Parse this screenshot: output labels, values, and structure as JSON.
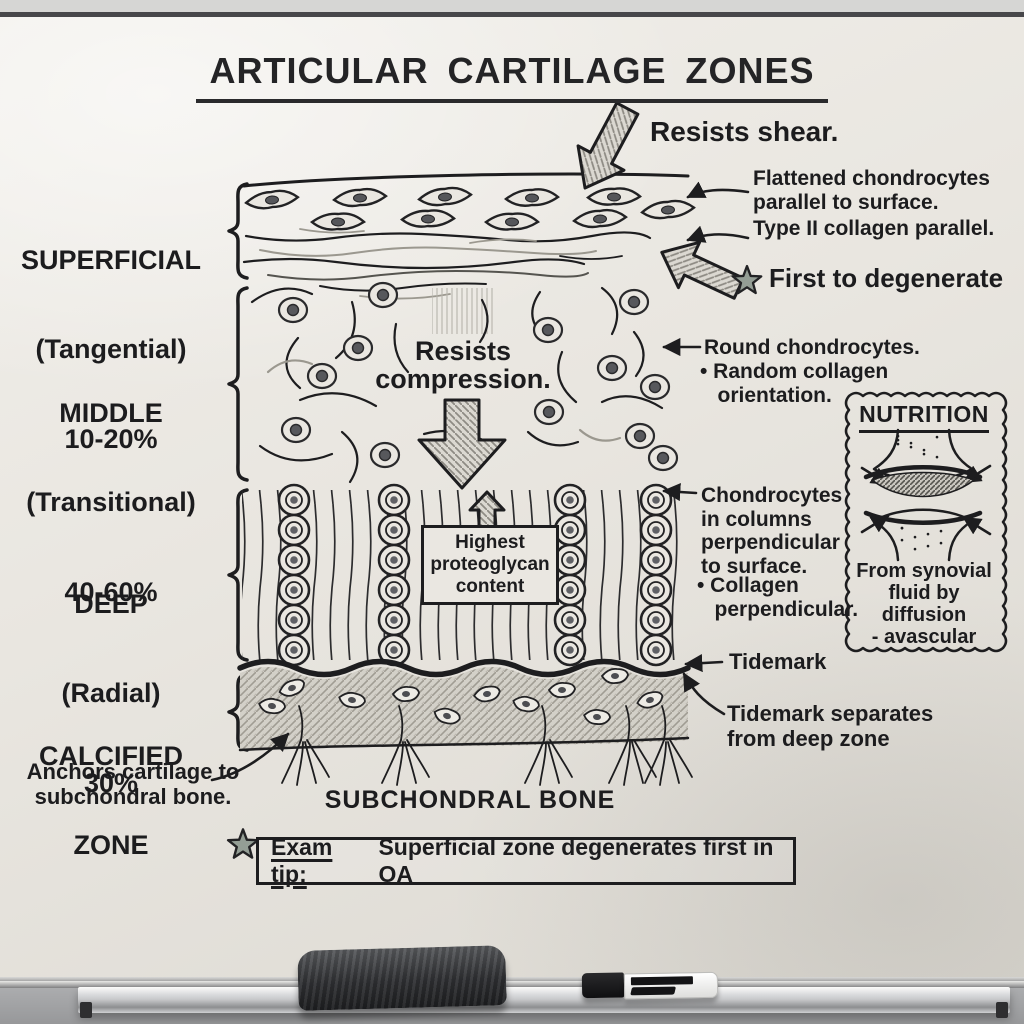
{
  "board": {
    "title": "ARTICULAR CARTILAGE ZONES"
  },
  "zones": {
    "superficial": {
      "name": "SUPERFICIAL",
      "subtitle": "(Tangential)",
      "percent": "10-20%"
    },
    "middle": {
      "name": "MIDDLE",
      "subtitle": "(Transitional)",
      "percent": "40-60%"
    },
    "deep": {
      "name": "DEEP",
      "subtitle": "(Radial)",
      "percent": "30%"
    },
    "calcified": {
      "name": "CALCIFIED",
      "subtitle": "ZONE"
    }
  },
  "annotations": {
    "resists_shear": "Resists shear.",
    "flattened_chondrocytes": "Flattened chondrocytes\nparallel to surface.",
    "type_ii_collagen": "Type II collagen parallel.",
    "first_to_degenerate": "First to degenerate",
    "round_chondrocytes": "Round chondrocytes.",
    "random_collagen": "• Random collagen\n   orientation.",
    "resists_compression": "Resists\ncompression.",
    "chondrocytes_columns": "Chondrocytes\nin columns\nperpendicular\nto surface.",
    "collagen_perpendicular": "• Collagen\n   perpendicular.",
    "highest_proteoglycan": "Highest\nproteoglycan\ncontent",
    "tidemark": "Tidemark",
    "tidemark_separates": "Tidemark separates\nfrom deep zone",
    "anchors": "Anchors cartilage to\nsubchondral bone.",
    "subchondral_bone": "SUBCHONDRAL BONE"
  },
  "nutrition": {
    "title": "NUTRITION",
    "body": "From synovial\nfluid by\ndiffusion\n- avascular"
  },
  "exam_tip": {
    "label": "Exam tip:",
    "text": "Superficial zone degenerates first in OA"
  },
  "colors": {
    "ink": "#1d1d1f",
    "pencil": "#9b988f",
    "board": "#eae7e1",
    "star": "#949e95"
  }
}
